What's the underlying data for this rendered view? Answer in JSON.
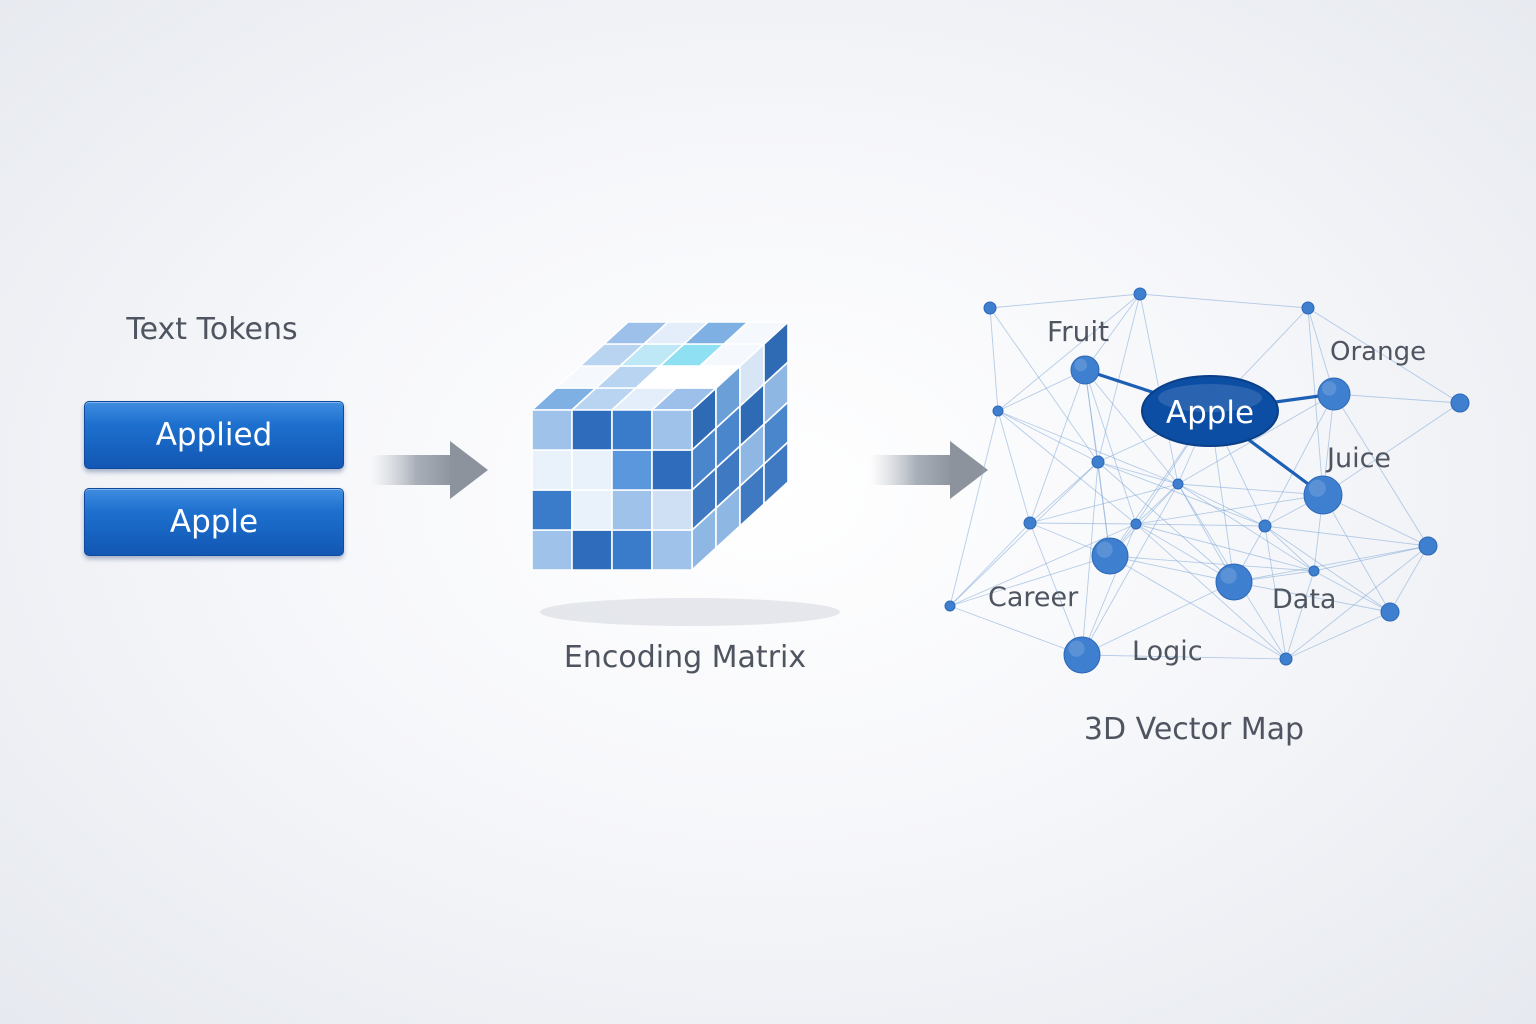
{
  "tokens": {
    "title": "Text Tokens",
    "items": [
      "Applied",
      "Apple"
    ]
  },
  "matrix": {
    "title": "Encoding Matrix"
  },
  "vector_map": {
    "title": "3D Vector Map",
    "center_word": "Apple",
    "words": [
      "Fruit",
      "Orange",
      "Juice",
      "Career",
      "Data",
      "Logic"
    ]
  },
  "colors": {
    "accent": "#1d6fce",
    "node": "#3f7fcf",
    "center_node": "#0d4ea5",
    "text": "#4f5560"
  }
}
